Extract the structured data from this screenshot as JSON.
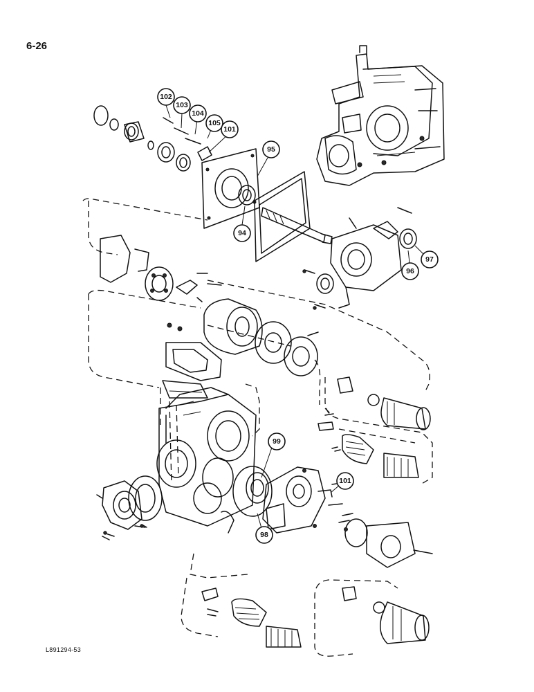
{
  "page": {
    "number": "6-26"
  },
  "figure": {
    "code": "L891294-53"
  },
  "callouts": [
    {
      "id": "c102",
      "label": "102"
    },
    {
      "id": "c103",
      "label": "103"
    },
    {
      "id": "c104",
      "label": "104"
    },
    {
      "id": "c105",
      "label": "105"
    },
    {
      "id": "c101a",
      "label": "101"
    },
    {
      "id": "c95",
      "label": "95"
    },
    {
      "id": "c94",
      "label": "94"
    },
    {
      "id": "c96",
      "label": "96"
    },
    {
      "id": "c97",
      "label": "97"
    },
    {
      "id": "c99",
      "label": "99"
    },
    {
      "id": "c101b",
      "label": "101"
    },
    {
      "id": "c98",
      "label": "98"
    }
  ]
}
